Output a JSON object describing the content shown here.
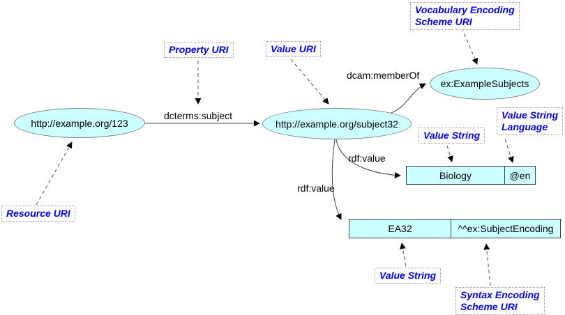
{
  "diagram": {
    "nodes": {
      "resource": {
        "label": "http://example.org/123"
      },
      "value": {
        "label": "http://example.org/subject32"
      },
      "vocab_scheme": {
        "label": "ex:ExampleSubjects"
      }
    },
    "literals": {
      "biology": {
        "value": "Biology",
        "language": "@en"
      },
      "ea32": {
        "value": "EA32",
        "datatype": "^^ex:SubjectEncoding"
      }
    },
    "edge_labels": {
      "dcterms_subject": "dcterms:subject",
      "dcam_member_of": "dcam:memberOf",
      "rdf_value_to_biology": "rdf:value",
      "rdf_value_to_ea32": "rdf:value"
    },
    "annotations": {
      "resource_uri": "Resource URI",
      "property_uri": "Property URI",
      "value_uri": "Value URI",
      "vocabulary_encoding_scheme_uri": "Vocabulary Encoding\nScheme URI",
      "value_string_biology": "Value String",
      "value_string_language": "Value String\nLanguage",
      "value_string_ea32": "Value String",
      "syntax_encoding_scheme_uri": "Syntax Encoding\nScheme URI"
    },
    "colors": {
      "node_fill": "#ccffff",
      "node_stroke": "#808080",
      "box_stroke": "#404040",
      "edge_stroke": "#404040",
      "arrow_fill": "#000000",
      "annotation_text": "#0000ff",
      "annotation_border": "#999999",
      "text": "#000000",
      "background": "#ffffff"
    }
  }
}
